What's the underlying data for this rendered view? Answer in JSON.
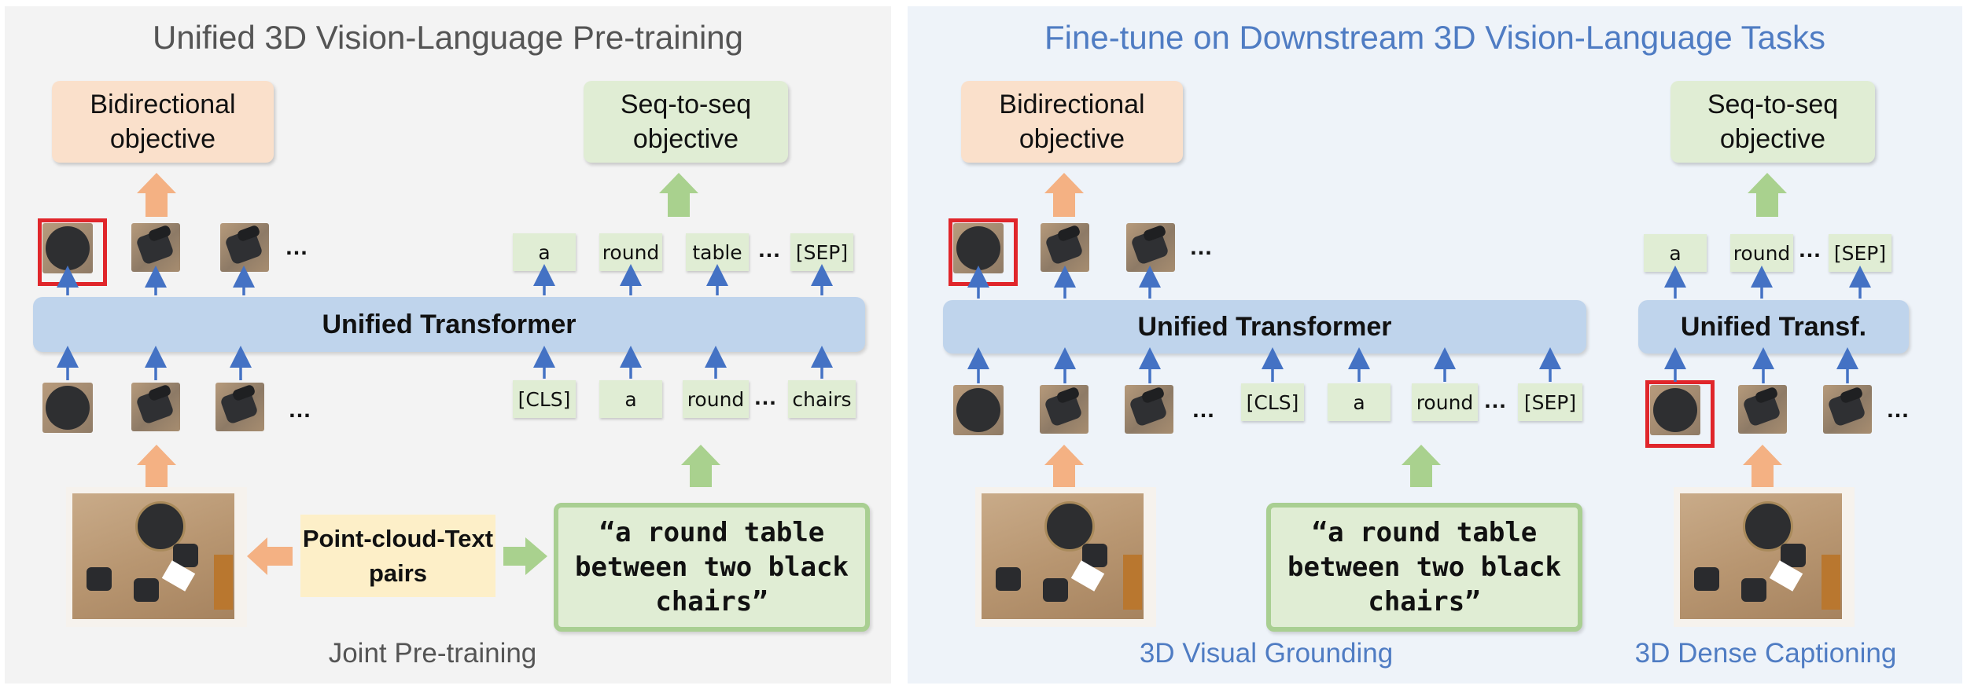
{
  "left": {
    "title": "Unified 3D Vision-Language Pre-training",
    "bidirectional_objective": "Bidirectional objective",
    "seq2seq_objective": "Seq-to-seq objective",
    "transformer_label": "Unified Transformer",
    "output_tokens": [
      "a",
      "round",
      "table",
      "[SEP]"
    ],
    "input_tokens": [
      "[CLS]",
      "a",
      "round",
      "chairs"
    ],
    "ellipsis": "…",
    "pairs_label": "Point-cloud-Text pairs",
    "caption": "“a round table between two black chairs”",
    "subtitle": "Joint Pre-training"
  },
  "right": {
    "title": "Fine-tune on Downstream 3D Vision-Language Tasks",
    "bidirectional_objective": "Bidirectional objective",
    "seq2seq_objective": "Seq-to-seq objective",
    "transformer_label": "Unified Transformer",
    "transformer_small_label": "Unified Transf.",
    "input_tokens": [
      "[CLS]",
      "a",
      "round",
      "[SEP]"
    ],
    "output_tokens_small": [
      "a",
      "round",
      "[SEP]"
    ],
    "ellipsis": "…",
    "caption": "“a round table between two black chairs”",
    "subtitle_grounding": "3D Visual Grounding",
    "subtitle_captioning": "3D Dense Captioning"
  },
  "colors": {
    "title_left": "#545454",
    "title_right": "#4f7cc3",
    "transformer_fill": "#bfd4ec",
    "bidirectional_fill": "#fae0cb",
    "seq_fill": "#e0edd4",
    "pairs_fill": "#fdefc8",
    "highlight_red": "#e0262b",
    "arrow_blue": "#4472c4",
    "arrow_orange": "#f4b183",
    "arrow_green": "#a9d18e"
  }
}
